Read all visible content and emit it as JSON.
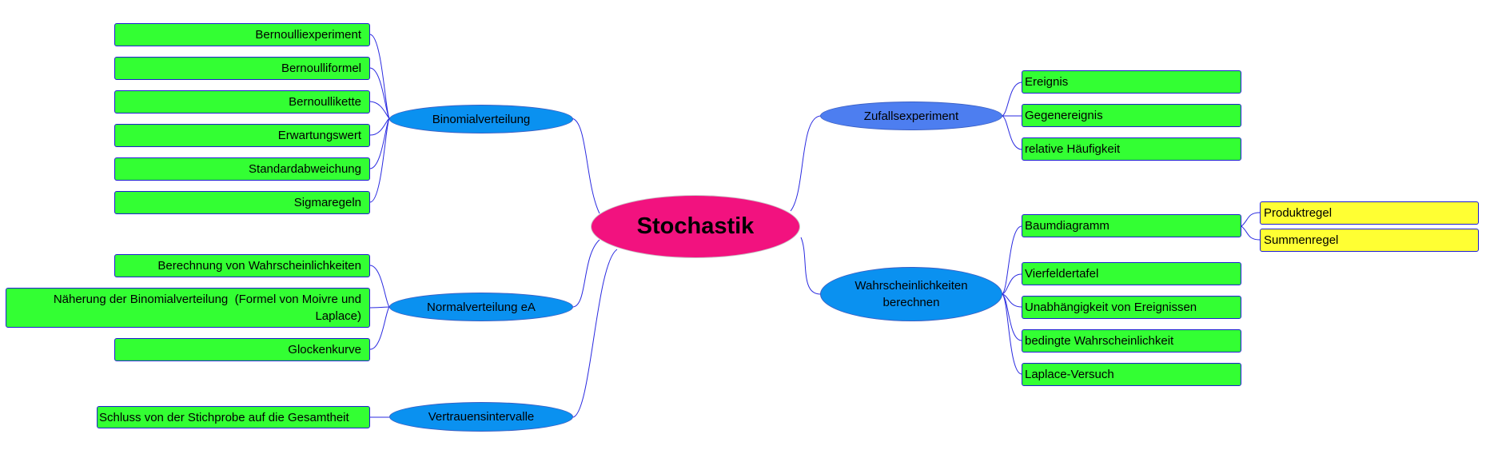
{
  "root": {
    "label": "Stochastik",
    "color": "#f2127f"
  },
  "colors": {
    "line": "#2a2ae0",
    "leaf_green": "#33ff33",
    "leaf_yellow": "#ffff33",
    "topic_blue": "#0a91f0",
    "topic_violet": "#4d7ef0",
    "border": "#1d1dd1"
  },
  "topics": {
    "binomialverteilung": {
      "label": "Binomialverteilung",
      "children": [
        "Bernoulliexperiment",
        "Bernoulliformel",
        "Bernoullikette",
        "Erwartungswert",
        "Standardabweichung",
        "Sigmaregeln"
      ]
    },
    "normalverteilung": {
      "label": "Normalverteilung eA",
      "children": [
        "Berechnung von Wahrscheinlichkeiten",
        "Näherung der Binomialverteilung  (Formel von Moivre und",
        "Laplace)",
        "Glockenkurve"
      ]
    },
    "vertrauensintervalle": {
      "label": "Vertrauensintervalle",
      "children": [
        "Schluss von der Stichprobe auf die Gesamtheit"
      ]
    },
    "zufallsexperiment": {
      "label": "Zufallsexperiment",
      "children": [
        "Ereignis",
        "Gegenereignis",
        "relative Häufigkeit"
      ]
    },
    "wahrscheinlichkeiten": {
      "label_line1": "Wahrscheinlichkeiten",
      "label_line2": "berechnen",
      "children": [
        "Baumdiagramm",
        "Vierfeldertafel",
        "Unabhängigkeit von Ereignissen",
        "bedingte Wahrscheinlichkeit",
        "Laplace-Versuch"
      ],
      "baumdiagramm_children": [
        "Produktregel",
        "Summenregel"
      ]
    }
  }
}
